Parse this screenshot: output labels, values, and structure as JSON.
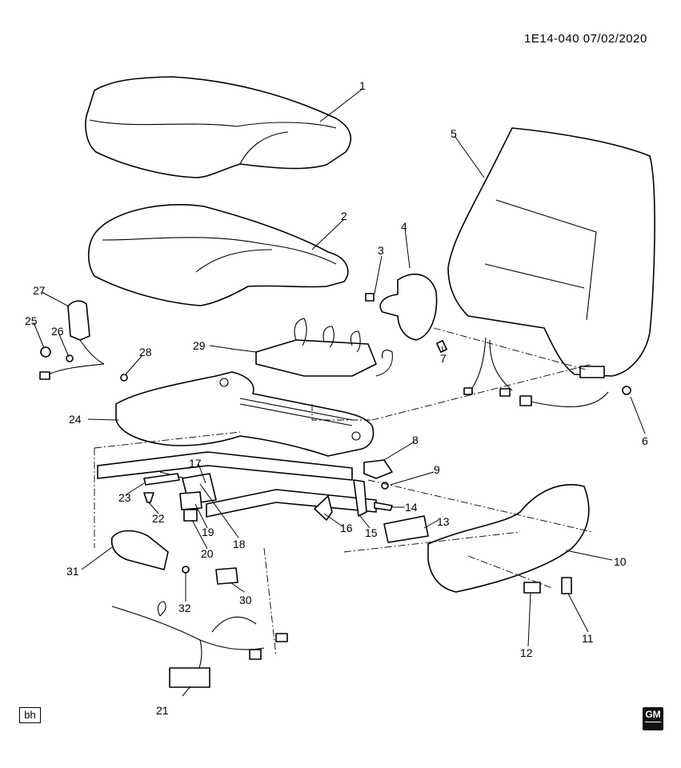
{
  "header": {
    "reference": "1E14-040  07/02/2020"
  },
  "footer": {
    "illustrator_code": "bh",
    "logo_text": "GM"
  },
  "callouts": [
    "1",
    "2",
    "3",
    "4",
    "5",
    "6",
    "7",
    "8",
    "9",
    "10",
    "11",
    "12",
    "13",
    "14",
    "15",
    "16",
    "17",
    "18",
    "19",
    "20",
    "21",
    "22",
    "23",
    "24",
    "25",
    "26",
    "27",
    "28",
    "29",
    "30",
    "31",
    "32"
  ]
}
